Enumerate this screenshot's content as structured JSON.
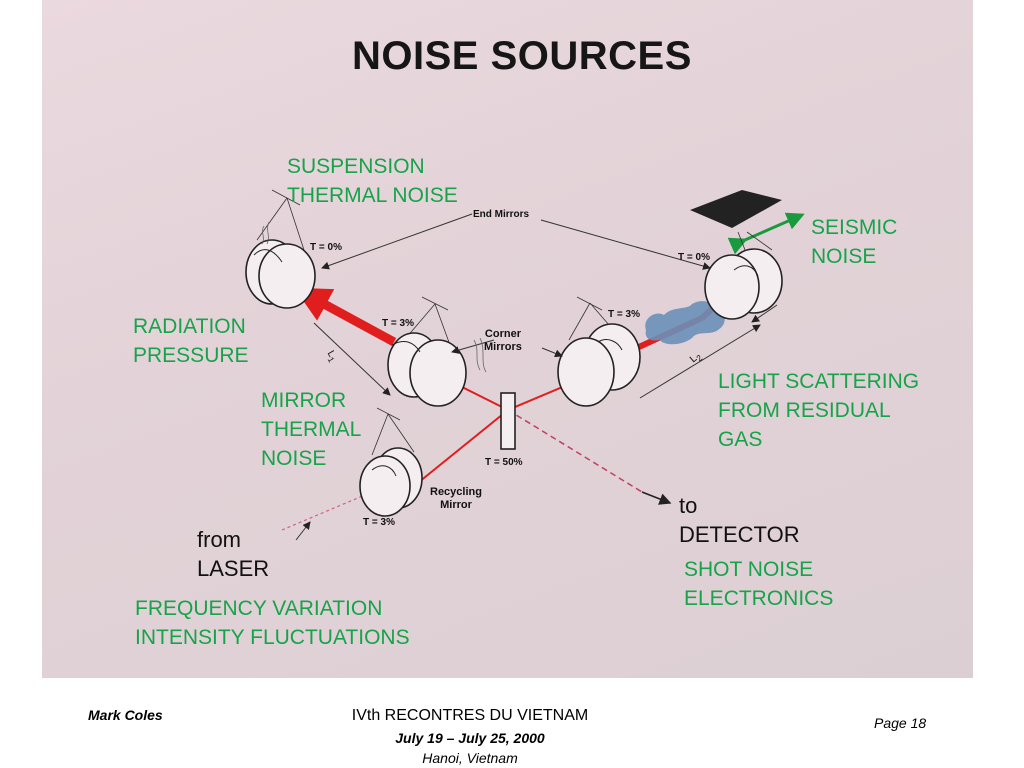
{
  "title": "NOISE SOURCES",
  "labels": {
    "suspension": [
      "SUSPENSION",
      "THERMAL NOISE"
    ],
    "seismic": [
      "SEISMIC",
      "NOISE"
    ],
    "radiation": [
      "RADIATION",
      "PRESSURE"
    ],
    "mirror_thermal": [
      "MIRROR",
      "THERMAL",
      "NOISE"
    ],
    "light_scattering": [
      "LIGHT SCATTERING",
      "FROM RESIDUAL",
      "GAS"
    ],
    "shot_noise": [
      "SHOT NOISE",
      "ELECTRONICS"
    ],
    "freq_intensity": [
      "FREQUENCY VARIATION",
      "INTENSITY FLUCTUATIONS"
    ]
  },
  "components": {
    "end_mirrors": "End Mirrors",
    "corner_mirrors": [
      "Corner",
      "Mirrors"
    ],
    "recycling_mirror": [
      "Recycling",
      "Mirror"
    ],
    "t_left_end": "T = 0%",
    "t_right_end": "T = 0%",
    "t_left_corner": "T = 3%",
    "t_right_corner": "T = 3%",
    "t_beamsplitter": "T = 50%",
    "t_recycling": "T = 3%",
    "l1": "L",
    "l1_sub": "1",
    "l2": "L",
    "l2_sub": "2"
  },
  "from_laser": [
    "from",
    "LASER"
  ],
  "to_detector": [
    "to",
    "DETECTOR"
  ],
  "footer": {
    "author": "Mark Coles",
    "conference": "IVth RECONTRES DU VIETNAM",
    "dates": "July 19 – July 25, 2000",
    "location": "Hanoi, Vietnam",
    "page": "Page 18"
  },
  "colors": {
    "label_green": "#17a34a",
    "beam_red": "#e01e1e",
    "slide_bg": "#e3d3d8"
  }
}
